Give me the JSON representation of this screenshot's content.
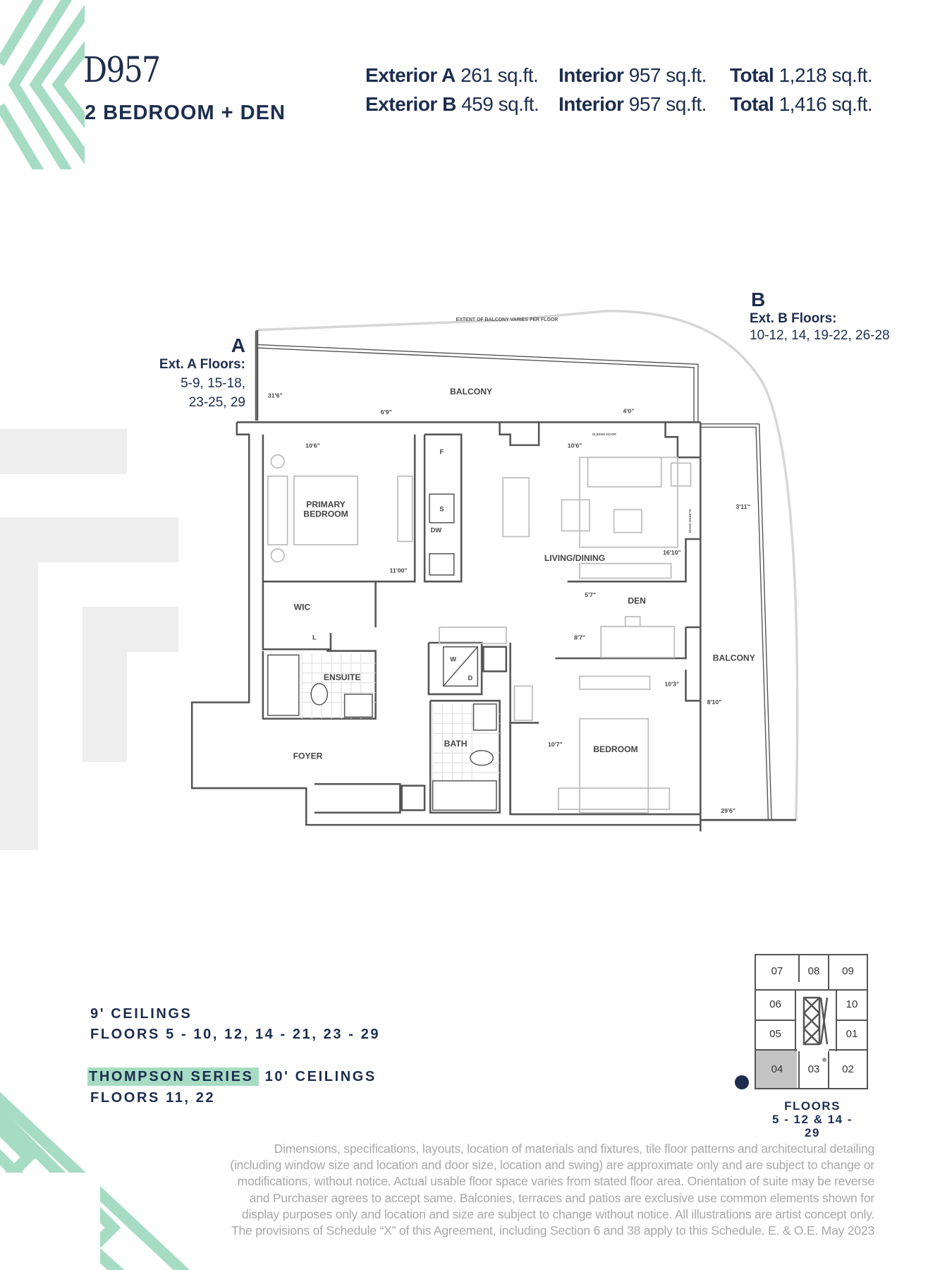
{
  "header": {
    "unit_code": "D957",
    "unit_type": "2 BEDROOM + DEN",
    "areas": [
      {
        "exterior_label": "Exterior A",
        "exterior_value": "261 sq.ft.",
        "interior_label": "Interior",
        "interior_value": "957 sq.ft.",
        "total_label": "Total",
        "total_value": "1,218 sq.ft."
      },
      {
        "exterior_label": "Exterior B",
        "exterior_value": "459 sq.ft.",
        "interior_label": "Interior",
        "interior_value": "957 sq.ft.",
        "total_label": "Total",
        "total_value": "1,416 sq.ft."
      }
    ]
  },
  "exterior_a": {
    "letter": "A",
    "title": "Ext. A Floors:",
    "floors_line1": "5-9, 15-18,",
    "floors_line2": "23-25, 29"
  },
  "exterior_b": {
    "letter": "B",
    "title": "Ext. B Floors:",
    "floors": "10-12, 14, 19-22, 26-28"
  },
  "plan": {
    "rooms": {
      "balcony_a": "BALCONY",
      "balcony_b": "BALCONY",
      "primary_bedroom_1": "PRIMARY",
      "primary_bedroom_2": "BEDROOM",
      "living_dining": "LIVING/DINING",
      "den": "DEN",
      "wic": "WIC",
      "ensuite": "ENSUITE",
      "foyer": "FOYER",
      "bath": "BATH",
      "bedroom": "BEDROOM"
    },
    "fixtures": {
      "fridge": "F",
      "stove": "S",
      "dishwasher": "DW",
      "washer": "W",
      "dryer": "D",
      "linen": "L"
    },
    "notes": {
      "extent": "EXTENT OF BALCONY VARIES PER FLOOR",
      "sliding_door_1": "SLIDING DOOR",
      "sliding_door_2": "SLIDING DOOR"
    },
    "dimensions": {
      "balcony_a_depth": "31'6\"",
      "balcony_a_window": "6'9\"",
      "primary_width": "10'6\"",
      "primary_length": "11'00\"",
      "living_door": "4'0\"",
      "living_width": "10'6\"",
      "living_length": "16'10\"",
      "balcony_b_width": "3'11\"",
      "den_width": "5'7\"",
      "den_length": "8'7\"",
      "bedroom_width": "10'3\"",
      "bedroom_length": "10'7\"",
      "balcony_b_mid": "8'10\"",
      "balcony_b_length": "29'6\""
    }
  },
  "ceilings": {
    "standard_label": "9' CEILINGS",
    "standard_floors": "FLOORS 5 - 10, 12, 14 - 21, 23 - 29",
    "series_label": "THOMPSON SERIES",
    "series_ceiling": "10' CEILINGS",
    "series_floors": "FLOORS 11, 22"
  },
  "keyplan": {
    "units": [
      "07",
      "08",
      "09",
      "06",
      "10",
      "05",
      "01",
      "04",
      "03",
      "02"
    ],
    "highlighted_unit": "04",
    "floors_label": "FLOORS",
    "floors_range": "5 - 12 & 14 - 29"
  },
  "disclaimer": [
    "Dimensions, specifications, layouts, location of materials and fixtures, tile floor patterns and architectural detailing",
    "(including window size and location and door size, location and swing) are approximate only and are subject to change or",
    "modifications, without notice. Actual usable floor space varies from stated floor area. Orientation of suite may be reverse",
    "and Purchaser agrees to accept same. Balconies, terraces and patios are exclusive use common elements shown for",
    "display purposes only and location and size are subject to change without notice. All illustrations are artist concept only.",
    "The provisions of Schedule “X” of this Agreement, including Section 6 and 38 apply to this Schedule. E. & O.E. May 2023"
  ],
  "colors": {
    "navy": "#1d2d4e",
    "mint": "#a6dcc4",
    "wall": "#555555",
    "furniture": "#bdbdbd",
    "keyplan_highlight": "#c4c4c4"
  }
}
